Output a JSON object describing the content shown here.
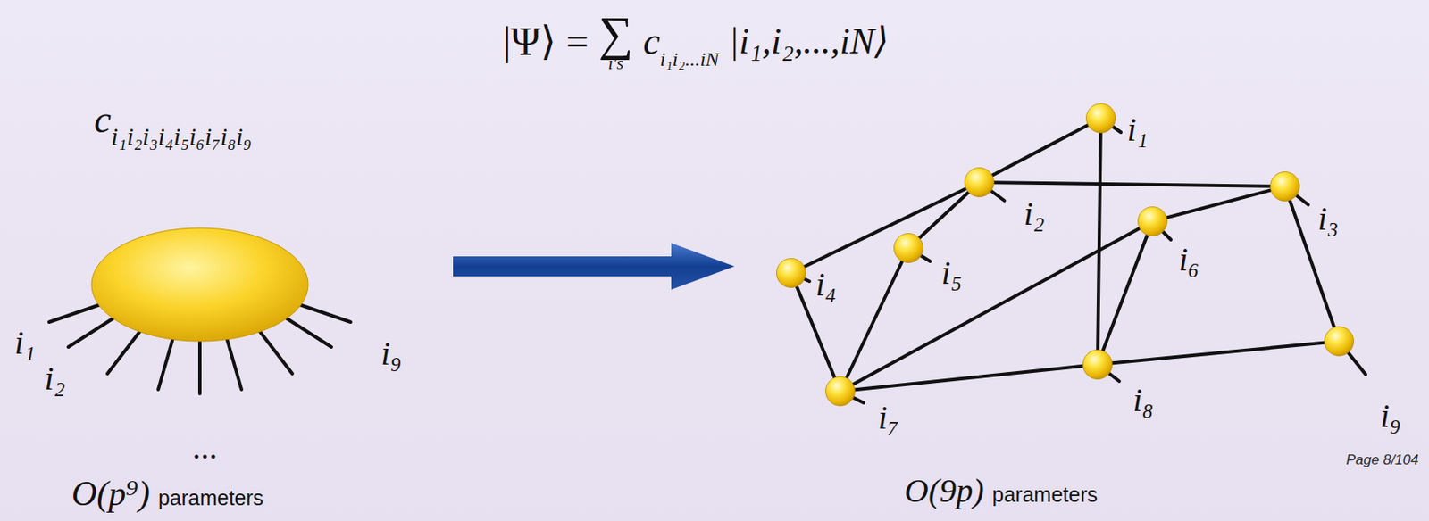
{
  "diagram": {
    "nodes": [
      {
        "text": [
          "c",
          "i₁i₂i₃i₄i₅i₆i₇i₈i₉"
        ]
      },
      {
        "text": [
          "i₁"
        ]
      },
      {
        "text": [
          "i₂"
        ]
      },
      {
        "text": [
          "i₃"
        ]
      },
      {
        "text": [
          "i₄"
        ]
      },
      {
        "text": [
          "i₅"
        ]
      },
      {
        "text": [
          "i₆"
        ]
      },
      {
        "text": [
          "i₇"
        ]
      },
      {
        "text": [
          "i₈"
        ]
      },
      {
        "text": [
          "i₉"
        ]
      }
    ],
    "edges": [
      {
        "from": 1,
        "to": 2,
        "arrow": "none"
      },
      {
        "from": 2,
        "to": 4,
        "arrow": "none"
      },
      {
        "from": 2,
        "to": 3,
        "arrow": "none"
      },
      {
        "from": 2,
        "to": 5,
        "arrow": "none"
      },
      {
        "from": 1,
        "to": 8,
        "arrow": "none"
      },
      {
        "from": 4,
        "to": 7,
        "arrow": "none"
      },
      {
        "from": 5,
        "to": 7,
        "arrow": "none"
      },
      {
        "from": 7,
        "to": 6,
        "arrow": "none"
      },
      {
        "from": 6,
        "to": 3,
        "arrow": "none"
      },
      {
        "from": 6,
        "to": 8,
        "arrow": "none"
      },
      {
        "from": 7,
        "to": 8,
        "arrow": "none"
      },
      {
        "from": 8,
        "to": 9,
        "arrow": "none"
      },
      {
        "from": 3,
        "to": 9,
        "arrow": "none"
      }
    ],
    "labels": [
      "|Ψ⟩ =",
      "∑",
      "i's",
      "c",
      "i₁i₂...iN",
      "|i₁,i₂,...,iN⟩",
      "i₁",
      "i₂",
      "...",
      "i₉",
      "O(p⁹)",
      "parameters",
      "O(9p)",
      "parameters",
      "Page 8/104"
    ]
  }
}
